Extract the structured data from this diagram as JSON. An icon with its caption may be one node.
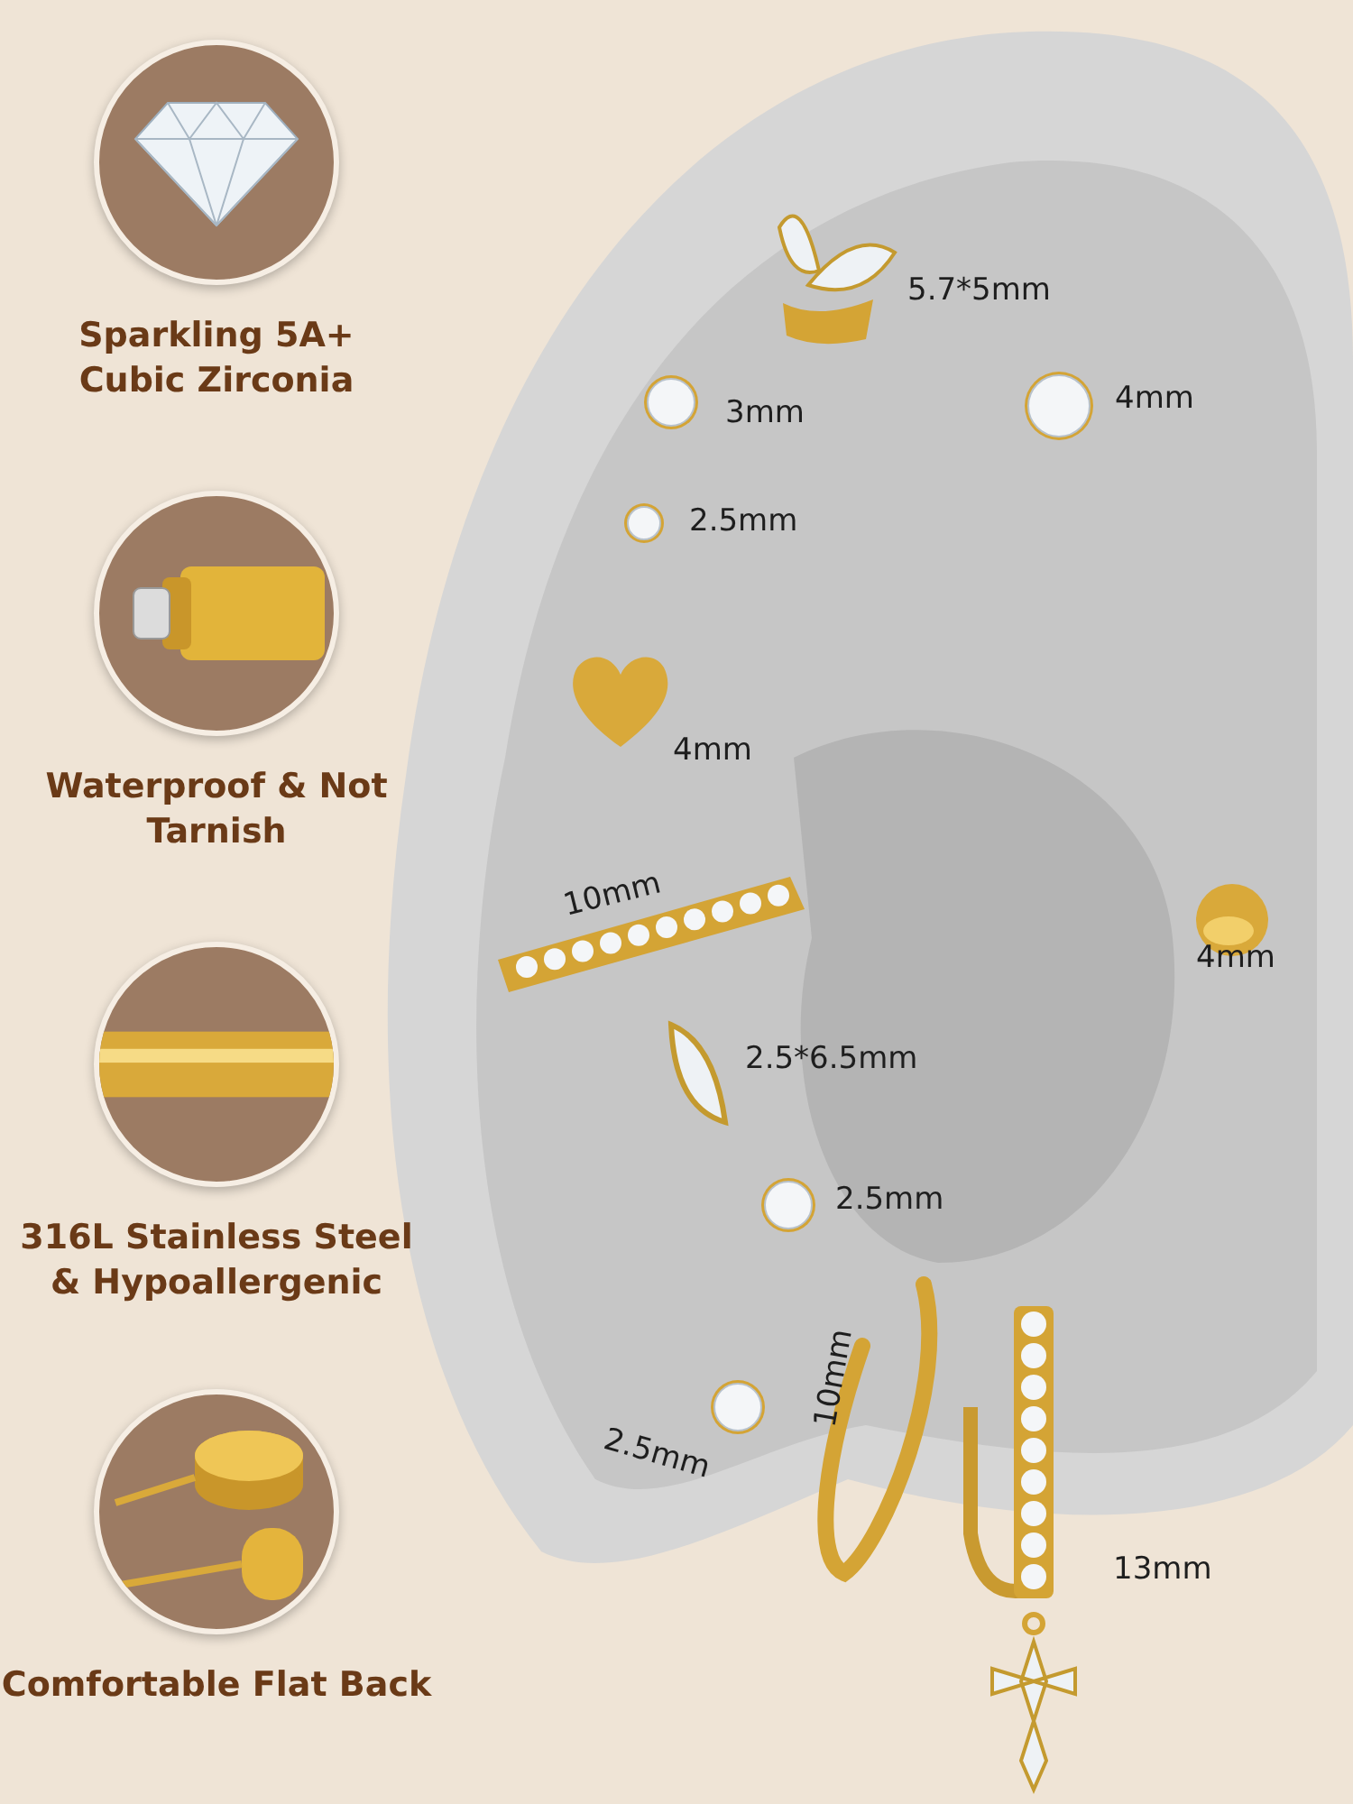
{
  "diagram": {
    "nodes": [
      {
        "text": [
          "Sparkling 5A+ Cubic Zirconia"
        ]
      },
      {
        "text": [
          "Waterproof & Not Tarnish"
        ]
      },
      {
        "text": [
          "316L Stainless Steel & Hypoallergenic"
        ]
      },
      {
        "text": [
          "Comfortable Flat Back"
        ]
      }
    ],
    "labels": [
      "5.7*5mm",
      "3mm",
      "4mm",
      "2.5mm",
      "4mm",
      "10mm",
      "4mm",
      "2.5*6.5mm",
      "2.5mm",
      "10mm",
      "2.5mm",
      "13mm"
    ]
  }
}
